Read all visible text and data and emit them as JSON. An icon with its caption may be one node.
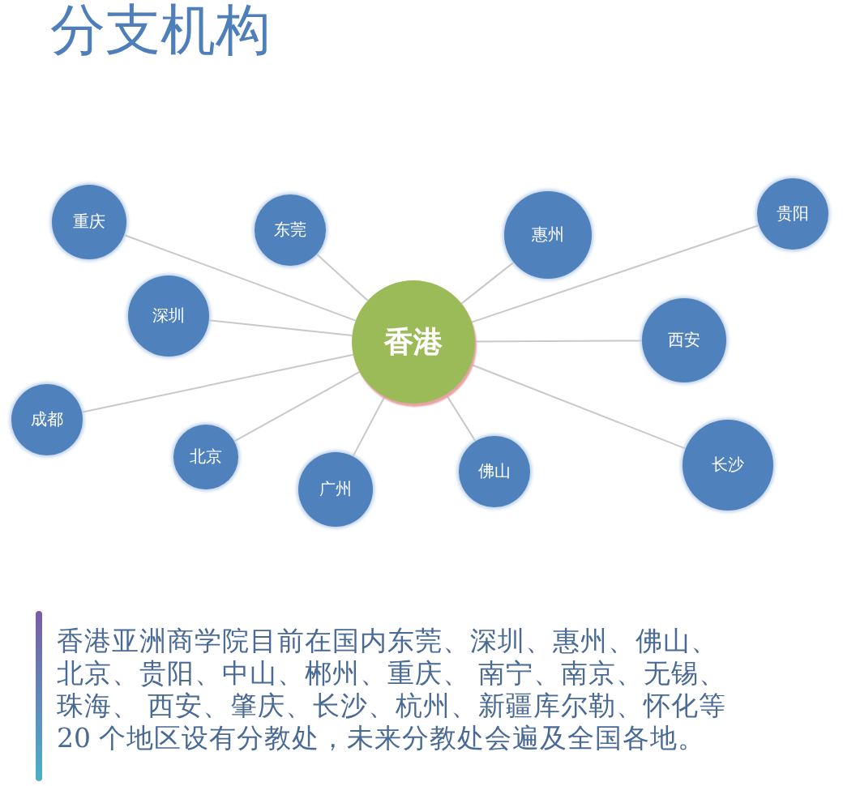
{
  "diagram": {
    "title": "分支机构",
    "nodes": [
      {
        "text": [
          "重庆"
        ]
      },
      {
        "text": [
          "东莞"
        ]
      },
      {
        "text": [
          "惠州"
        ]
      },
      {
        "text": [
          "贵阳"
        ]
      },
      {
        "text": [
          "深圳"
        ]
      },
      {
        "text": [
          "香港"
        ]
      },
      {
        "text": [
          "西安"
        ]
      },
      {
        "text": [
          "成都"
        ]
      },
      {
        "text": [
          "北京"
        ]
      },
      {
        "text": [
          "广州"
        ]
      },
      {
        "text": [
          "佛山"
        ]
      },
      {
        "text": [
          "长沙"
        ]
      }
    ],
    "edges": [
      {
        "from": 5,
        "to": 0,
        "arrow": "none"
      },
      {
        "from": 5,
        "to": 1,
        "arrow": "none"
      },
      {
        "from": 5,
        "to": 2,
        "arrow": "none"
      },
      {
        "from": 5,
        "to": 3,
        "arrow": "none"
      },
      {
        "from": 5,
        "to": 4,
        "arrow": "none"
      },
      {
        "from": 5,
        "to": 6,
        "arrow": "none"
      },
      {
        "from": 5,
        "to": 7,
        "arrow": "none"
      },
      {
        "from": 5,
        "to": 8,
        "arrow": "none"
      },
      {
        "from": 5,
        "to": 9,
        "arrow": "none"
      },
      {
        "from": 5,
        "to": 10,
        "arrow": "none"
      },
      {
        "from": 5,
        "to": 11,
        "arrow": "none"
      }
    ],
    "labels": [
      "香港亚洲商学院目前在国内东莞、深圳、惠州、佛山、北京、贵阳、中山、郴州、重庆、 南宁、南京、无锡、珠海、 西安、肇庆、长沙、杭州、新疆库尔勒、怀化等20 个地区设有分教处，未来分教处会遍及全国各地。"
    ]
  }
}
